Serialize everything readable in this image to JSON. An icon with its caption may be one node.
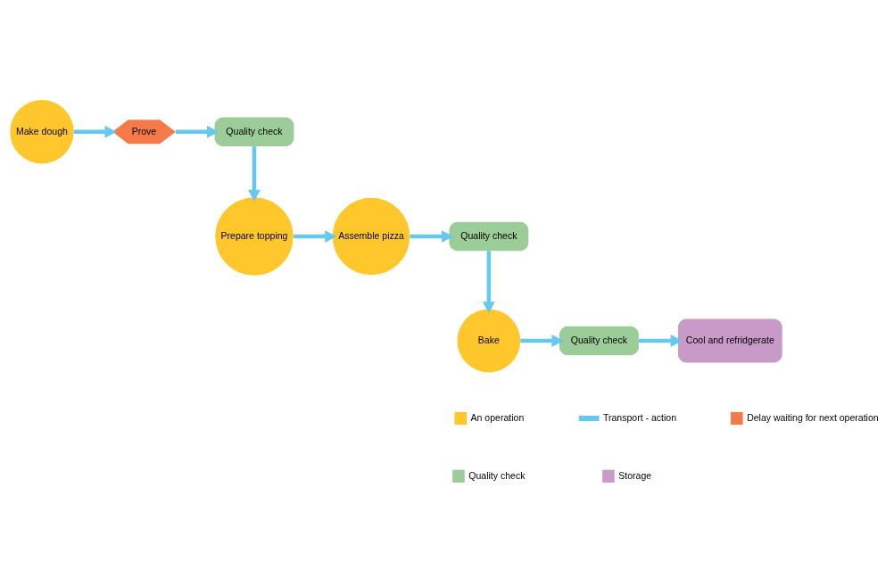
{
  "diagram": {
    "nodes": [
      {
        "text": [
          "Make dough"
        ]
      },
      {
        "text": [
          "Prove"
        ]
      },
      {
        "text": [
          "Quality check"
        ]
      },
      {
        "text": [
          "Prepare topping"
        ]
      },
      {
        "text": [
          "Assemble pizza"
        ]
      },
      {
        "text": [
          "Quality check"
        ]
      },
      {
        "text": [
          "Bake"
        ]
      },
      {
        "text": [
          "Quality check"
        ]
      },
      {
        "text": [
          "Cool and refridgerate"
        ]
      }
    ],
    "edges": [
      {
        "from": 0,
        "to": 1,
        "arrow": "to"
      },
      {
        "from": 1,
        "to": 2,
        "arrow": "to"
      },
      {
        "from": 2,
        "to": 3,
        "arrow": "to"
      },
      {
        "from": 3,
        "to": 4,
        "arrow": "to"
      },
      {
        "from": 4,
        "to": 5,
        "arrow": "to"
      },
      {
        "from": 5,
        "to": 6,
        "arrow": "to"
      },
      {
        "from": 6,
        "to": 7,
        "arrow": "to"
      },
      {
        "from": 7,
        "to": 8,
        "arrow": "to"
      }
    ],
    "legend": [
      {
        "text": "An operation",
        "color": "#ffc72c"
      },
      {
        "text": "Transport - action"
      },
      {
        "text": "Delay waiting for next operation",
        "color": "#f47a4a"
      },
      {
        "text": "Quality check",
        "color": "#9ccc98"
      },
      {
        "text": "Storage",
        "color": "#c89ac8"
      }
    ]
  }
}
